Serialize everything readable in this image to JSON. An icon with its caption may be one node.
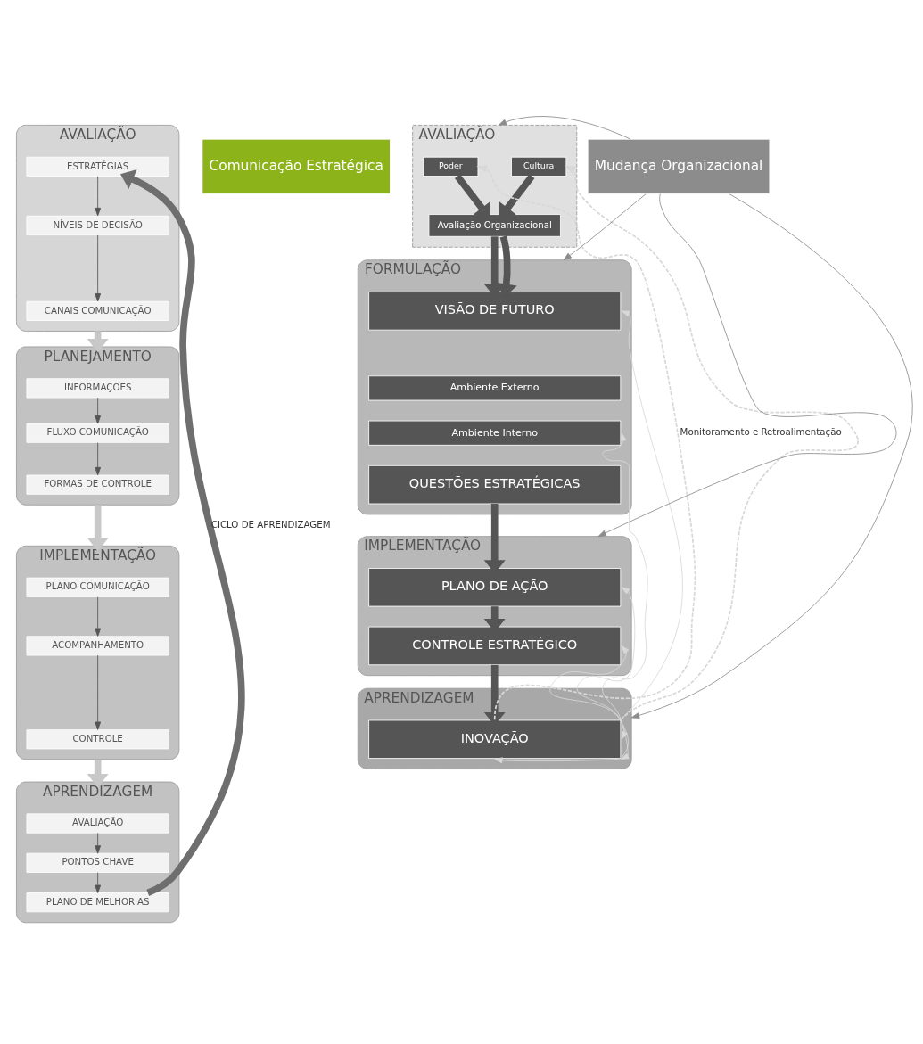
{
  "diagram": {
    "nodes": [
      {
        "text": [
          "AVALIAÇÃO"
        ]
      },
      {
        "text": [
          "ESTRATÉGIAS"
        ],
        "in": 0
      },
      {
        "text": [
          "NÍVEIS DE DECISÃO"
        ],
        "in": 0
      },
      {
        "text": [
          "CANAIS COMUNICAÇÃO"
        ],
        "in": 0
      },
      {
        "text": [
          "PLANEJAMENTO"
        ]
      },
      {
        "text": [
          "INFORMAÇÕES"
        ],
        "in": 4
      },
      {
        "text": [
          "FLUXO COMUNICAÇÃO"
        ],
        "in": 4
      },
      {
        "text": [
          "FORMAS DE CONTROLE"
        ],
        "in": 4
      },
      {
        "text": [
          "IMPLEMENTAÇÃO"
        ]
      },
      {
        "text": [
          "PLANO COMUNICAÇÃO"
        ],
        "in": 8
      },
      {
        "text": [
          "ACOMPANHAMENTO"
        ],
        "in": 8
      },
      {
        "text": [
          "CONTROLE"
        ],
        "in": 8
      },
      {
        "text": [
          "APRENDIZAGEM"
        ]
      },
      {
        "text": [
          "AVALIAÇÃO"
        ],
        "in": 12
      },
      {
        "text": [
          "PONTOS CHAVE"
        ],
        "in": 12
      },
      {
        "text": [
          "PLANO DE MELHORIAS"
        ],
        "in": 12
      },
      {
        "text": [
          "Comunicação Estratégica"
        ]
      },
      {
        "text": [
          "AVALIAÇÃO"
        ]
      },
      {
        "text": [
          "Poder"
        ],
        "in": 17
      },
      {
        "text": [
          "Cultura"
        ],
        "in": 17
      },
      {
        "text": [
          "Avaliação Organizacional"
        ],
        "in": 17
      },
      {
        "text": [
          "FORMULAÇÃO"
        ]
      },
      {
        "text": [
          "VISÃO DE FUTURO"
        ],
        "in": 21
      },
      {
        "text": [
          "Ambiente Externo"
        ],
        "in": 21
      },
      {
        "text": [
          "Ambiente Interno"
        ],
        "in": 21
      },
      {
        "text": [
          "QUESTÕES ESTRATÉGICAS"
        ],
        "in": 21
      },
      {
        "text": [
          "IMPLEMENTAÇÃO"
        ]
      },
      {
        "text": [
          "PLANO DE AÇÃO"
        ],
        "in": 26
      },
      {
        "text": [
          "CONTROLE ESTRATÉGICO"
        ],
        "in": 26
      },
      {
        "text": [
          "APRENDIZAGEM"
        ]
      },
      {
        "text": [
          "INOVAÇÃO"
        ],
        "in": 29
      },
      {
        "text": [
          "Mudança Organizacional"
        ]
      }
    ],
    "edges": [
      {
        "from": 1,
        "to": 2,
        "arrow": "to"
      },
      {
        "from": 2,
        "to": 3,
        "arrow": "to"
      },
      {
        "from": 0,
        "to": 4,
        "arrow": "to",
        "style": "thick",
        "color": "#c8c8c8"
      },
      {
        "from": 5,
        "to": 6,
        "arrow": "to"
      },
      {
        "from": 6,
        "to": 7,
        "arrow": "to"
      },
      {
        "from": 4,
        "to": 8,
        "arrow": "to",
        "style": "thick",
        "color": "#c8c8c8"
      },
      {
        "from": 9,
        "to": 10,
        "arrow": "to"
      },
      {
        "from": 10,
        "to": 11,
        "arrow": "to"
      },
      {
        "from": 8,
        "to": 12,
        "arrow": "to",
        "style": "thick",
        "color": "#c8c8c8"
      },
      {
        "from": 13,
        "to": 14,
        "arrow": "to"
      },
      {
        "from": 14,
        "to": 15,
        "arrow": "to"
      },
      {
        "from": 15,
        "to": 1,
        "arrow": "to",
        "label": "CICLO DE APRENDIZAGEM",
        "style": "thick",
        "color": "#6e6e6e"
      },
      {
        "from": 18,
        "to": 20,
        "arrow": "to",
        "style": "thick"
      },
      {
        "from": 19,
        "to": 20,
        "arrow": "to",
        "style": "thick"
      },
      {
        "from": 20,
        "to": 22,
        "arrow": "to",
        "style": "thick"
      },
      {
        "from": 20,
        "to": 22,
        "arrow": "to",
        "style": "thick"
      },
      {
        "from": 25,
        "to": 27,
        "arrow": "to",
        "style": "thick"
      },
      {
        "from": 27,
        "to": 28,
        "arrow": "to",
        "style": "thick"
      },
      {
        "from": 28,
        "to": 30,
        "arrow": "to",
        "style": "thick"
      },
      {
        "from": 30,
        "to": 18,
        "arrow": "to",
        "label": "Monitoramento e Retroalimentação",
        "style": "dashed",
        "color": "#d8d8d8"
      },
      {
        "from": 30,
        "to": 19,
        "arrow": "to",
        "style": "dashed",
        "color": "#d8d8d8"
      },
      {
        "from": 30,
        "to": 22,
        "arrow": "to",
        "color": "#d8d8d8"
      },
      {
        "from": 30,
        "to": 24,
        "arrow": "both",
        "color": "#d8d8d8"
      },
      {
        "from": 30,
        "to": 27,
        "arrow": "both",
        "color": "#d8d8d8"
      },
      {
        "from": 30,
        "to": 28,
        "arrow": "both",
        "color": "#d8d8d8"
      },
      {
        "from": 31,
        "to": 17,
        "arrow": "to",
        "color": "#8c8c8c"
      },
      {
        "from": 31,
        "to": 21,
        "arrow": "to",
        "color": "#8c8c8c"
      },
      {
        "from": 31,
        "to": 26,
        "arrow": "to",
        "color": "#8c8c8c"
      },
      {
        "from": 31,
        "to": 29,
        "arrow": "to",
        "color": "#8c8c8c"
      }
    ]
  }
}
